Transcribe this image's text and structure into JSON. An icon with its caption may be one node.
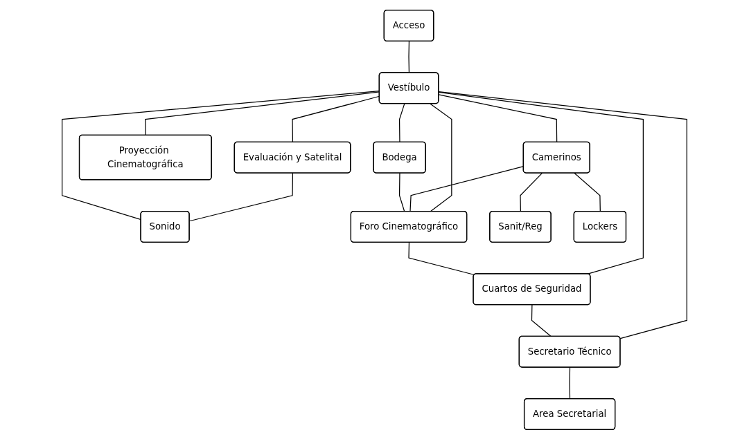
{
  "diagram": {
    "nodes": [
      {
        "text": [
          "Acceso"
        ]
      },
      {
        "text": [
          "Evaluación y Satelital"
        ]
      },
      {
        "text": [
          "Vestíbulo"
        ]
      },
      {
        "text": [
          "Sonido"
        ]
      },
      {
        "text": [
          "Proyección Cinematográfica"
        ]
      },
      {
        "text": [
          "Foro Cinematográfico"
        ]
      },
      {
        "text": [
          "Secretario Técnico"
        ]
      },
      {
        "text": [
          "Area Secretarial"
        ]
      },
      {
        "text": [
          "Camerinos"
        ]
      },
      {
        "text": [
          "Bodega"
        ]
      },
      {
        "text": [
          "Cuartos de Seguridad"
        ]
      },
      {
        "text": [
          "Sanit/Reg"
        ]
      },
      {
        "text": [
          "Lockers"
        ]
      }
    ],
    "edges": [
      {
        "from": 0,
        "to": 2,
        "arrow": "none"
      },
      {
        "from": 1,
        "to": 3,
        "arrow": "none"
      },
      {
        "from": 2,
        "to": 1,
        "arrow": "none"
      },
      {
        "from": 2,
        "to": 3,
        "arrow": "none"
      },
      {
        "from": 2,
        "to": 4,
        "arrow": "none"
      },
      {
        "from": 2,
        "to": 8,
        "arrow": "none"
      },
      {
        "from": 2,
        "to": 5,
        "arrow": "none"
      },
      {
        "from": 2,
        "to": 9,
        "arrow": "none"
      },
      {
        "from": 2,
        "to": 10,
        "arrow": "none"
      },
      {
        "from": 2,
        "to": 6,
        "arrow": "none"
      },
      {
        "from": 8,
        "to": 5,
        "arrow": "none"
      },
      {
        "from": 9,
        "to": 5,
        "arrow": "none"
      },
      {
        "from": 5,
        "to": 10,
        "arrow": "none"
      },
      {
        "from": 10,
        "to": 6,
        "arrow": "none"
      },
      {
        "from": 6,
        "to": 7,
        "arrow": "none"
      },
      {
        "from": 8,
        "to": 11,
        "arrow": "none"
      },
      {
        "from": 8,
        "to": 12,
        "arrow": "none"
      }
    ]
  }
}
